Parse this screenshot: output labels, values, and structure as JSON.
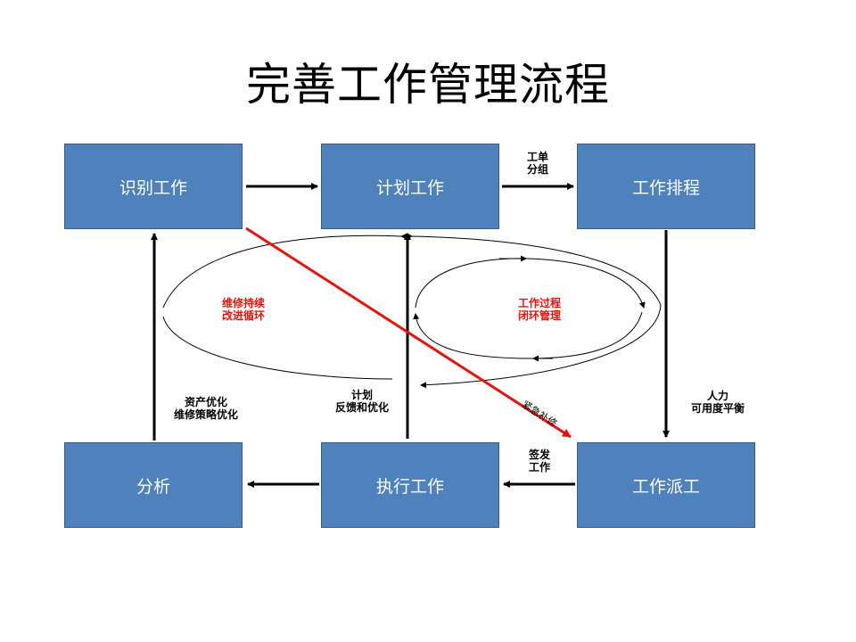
{
  "title": "完善工作管理流程",
  "boxes": {
    "identify": "识别工作",
    "plan": "计划工作",
    "schedule": "工作排程",
    "analyze": "分析",
    "execute": "执行工作",
    "dispatch": "工作派工"
  },
  "labels": {
    "work_order": [
      "工单",
      "分组"
    ],
    "manpower": [
      "人力",
      "可用度平衡"
    ],
    "sign_off": [
      "签发",
      "工作"
    ],
    "plan_feedback": [
      "计划",
      "反馈和优化"
    ],
    "asset_opt": [
      "资产优化",
      "维修策略优化"
    ],
    "maint_loop": [
      "维修持续",
      "改进循环"
    ],
    "closed_loop": [
      "工作过程",
      "闭环管理"
    ],
    "emergency": "紧急补修"
  },
  "colors": {
    "box_fill": "#4f81bd",
    "box_border": "#385d8a",
    "red": "#e8120c"
  }
}
